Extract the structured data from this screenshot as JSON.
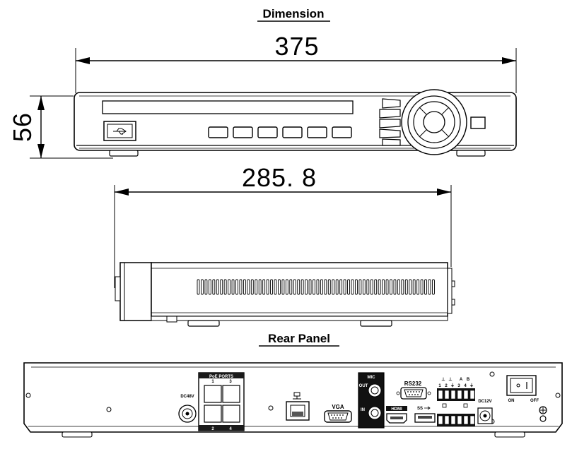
{
  "titles": {
    "dimension": "Dimension",
    "rear_panel": "Rear Panel"
  },
  "dimensions": {
    "width": "375",
    "height": "56",
    "depth": "285. 8"
  },
  "rear_labels": {
    "poe_ports": "PoE PORTS",
    "port_1": "1",
    "port_2": "2",
    "port_3": "3",
    "port_4": "4",
    "dc48v": "DC48V",
    "vga": "VGA",
    "mic": "MIC",
    "out": "OUT",
    "in": "IN",
    "hdmi": "HDMI",
    "rs232": "RS232",
    "usb3": "SS",
    "dc12v": "DC12V",
    "alarm_nums": [
      "1",
      "2",
      "⏚",
      "3",
      "4",
      "⏚"
    ],
    "alarm_ab": [
      "A",
      "B"
    ],
    "on": "ON",
    "off": "OFF"
  }
}
